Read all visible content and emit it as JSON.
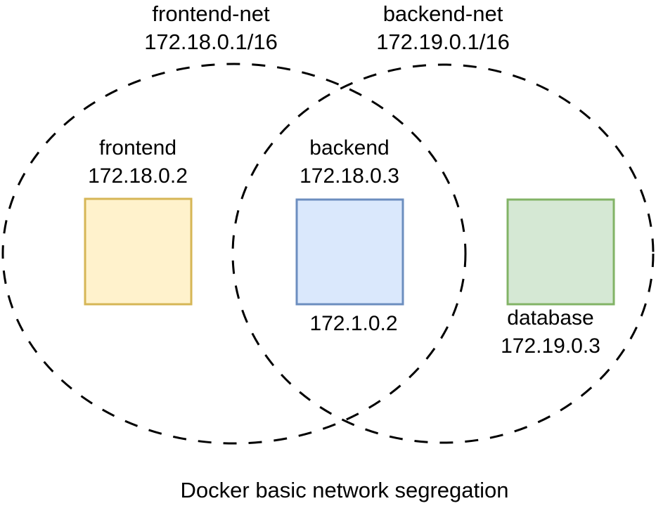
{
  "diagram": {
    "caption": "Docker basic network segregation",
    "networks": [
      {
        "name": "frontend-net",
        "cidr": "172.18.0.1/16"
      },
      {
        "name": "backend-net",
        "cidr": "172.19.0.1/16"
      }
    ],
    "containers": [
      {
        "name": "frontend",
        "ip": "172.18.0.2",
        "fill": "#FFF2CC",
        "border": "#D6B656"
      },
      {
        "name": "backend",
        "ip": "172.18.0.3",
        "ip_secondary": "172.1.0.2",
        "fill": "#DAE8FC",
        "border": "#6C8EBF"
      },
      {
        "name": "database",
        "ip": "172.19.0.3",
        "fill": "#D5E8D4",
        "border": "#82B366"
      }
    ],
    "style": {
      "boundary_stroke": "#000000",
      "background": "#FFFFFF"
    }
  }
}
